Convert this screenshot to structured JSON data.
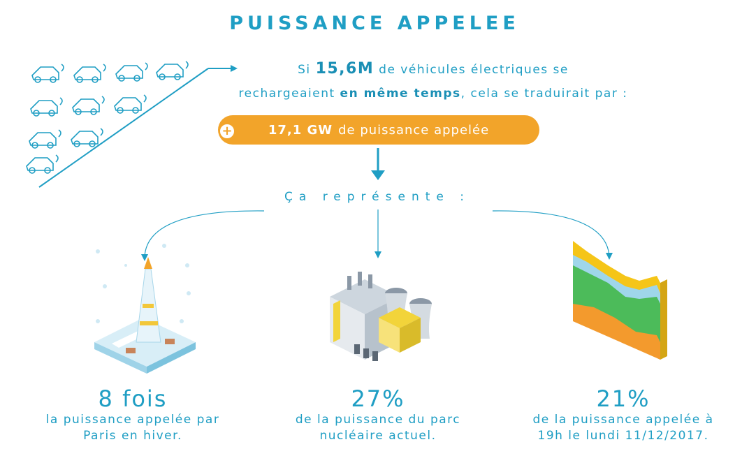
{
  "title": "PUISSANCE APPELEE",
  "intro": {
    "si": "Si",
    "vehicles_count": "15,6M",
    "line1_rest": "de véhicules électriques se",
    "line2_start": "rechargeaient",
    "simultaneous": "en même temps",
    "line2_end": ", cela se traduirait par :"
  },
  "highlight": {
    "icon": "plus-icon",
    "value": "17,1 GW",
    "label": "de puissance appelée"
  },
  "represents_label": "Ça représente :",
  "stats": [
    {
      "number": "8 fois",
      "line1": "la puissance appelée par",
      "line2": "Paris en hiver.",
      "icon": "eiffel-tower-icon"
    },
    {
      "number": "27%",
      "line1": "de la puissance du parc",
      "line2": "nucléaire actuel.",
      "icon": "nuclear-plant-icon"
    },
    {
      "number": "21%",
      "line1": "de la puissance appelée à",
      "line2": "19h le lundi 11/12/2017.",
      "icon": "area-chart-icon"
    }
  ],
  "colors": {
    "accent": "#1f9ec4",
    "highlight": "#f2a42a"
  }
}
